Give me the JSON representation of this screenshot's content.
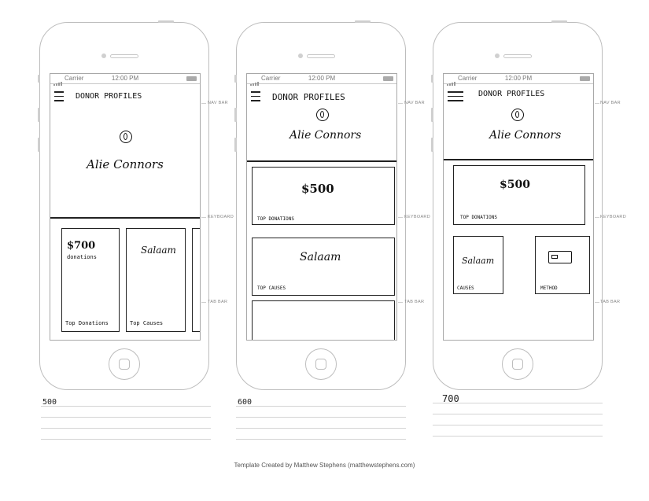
{
  "status_bar": {
    "carrier": "Carrier",
    "time": "12:00 PM"
  },
  "callouts": {
    "nav_bar": "NAV BAR",
    "keyboard": "KEYBOARD",
    "tab_bar": "TAB BAR"
  },
  "credit": "Template Created by Matthew Stephens (matthewstephens.com)",
  "mockups": [
    {
      "size_label": "500",
      "nav_title": "DONOR PROFILES",
      "profile_name": "Alie Connors",
      "cards": [
        {
          "value": "$700",
          "sub": "donations",
          "label": "Top Donations"
        },
        {
          "value": "Salaam",
          "label": "Top Causes"
        }
      ]
    },
    {
      "size_label": "600",
      "nav_title": "DONOR PROFILES",
      "profile_name": "Alie Connors",
      "cards": [
        {
          "value": "$500",
          "label": "TOP DONATIONS"
        },
        {
          "value": "Salaam",
          "label": "TOP CAUSES"
        }
      ]
    },
    {
      "size_label": "700",
      "nav_title": "DONOR PROFILES",
      "profile_name": "Alie Connors",
      "cards": [
        {
          "value": "$500",
          "label": "TOP DONATIONS"
        },
        {
          "value": "Salaam",
          "label": "CAUSES"
        },
        {
          "label": "METHOD",
          "icon": "credit-card-icon"
        }
      ]
    }
  ]
}
